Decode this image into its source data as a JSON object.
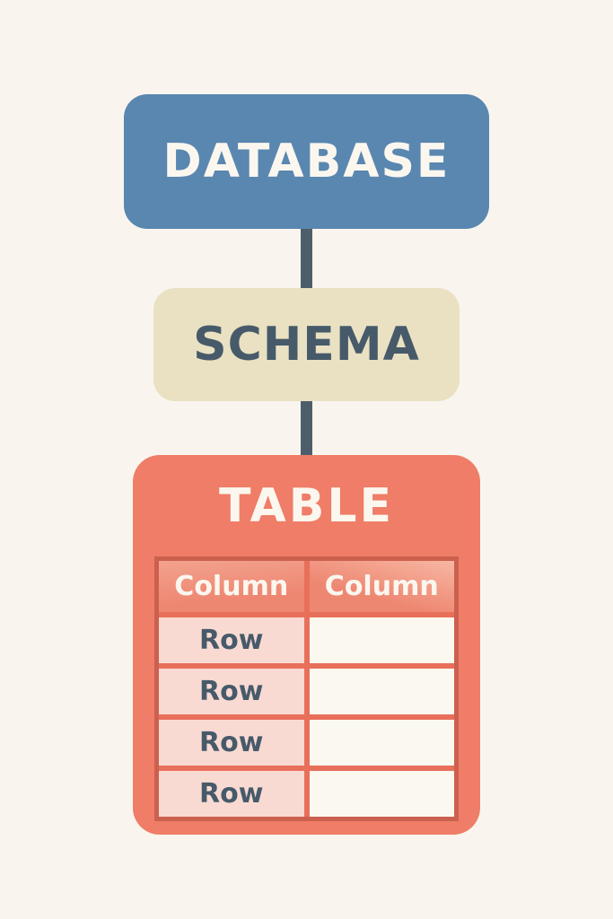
{
  "diagram": {
    "database_label": "DATABASE",
    "schema_label": "SCHEMA",
    "table_label": "TABLE",
    "table": {
      "columns": [
        "Column",
        "Column"
      ],
      "rows": [
        "Row",
        "Row",
        "Row",
        "Row"
      ]
    },
    "colors": {
      "background": "#f9f5ee",
      "database_fill": "#5987b0",
      "schema_fill": "#e9e1c2",
      "table_fill": "#ef7d67",
      "table_border": "#cc604e",
      "header_cell_fill": "#f0937e",
      "row_label_fill": "#f9dad2",
      "empty_cell_fill": "#fbf8f0",
      "dark_text": "#475a6a",
      "light_text": "#fbf7ef",
      "connector": "#4d5e6a"
    }
  }
}
